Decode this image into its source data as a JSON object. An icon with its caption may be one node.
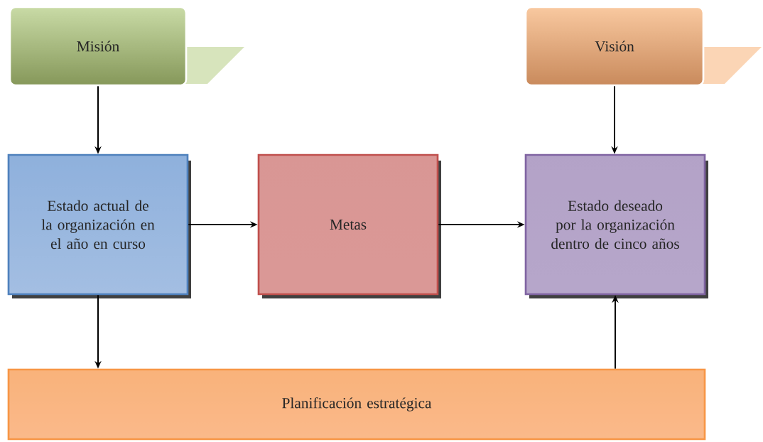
{
  "diagram": {
    "nodes": [
      {
        "text": [
          "Misión"
        ]
      },
      {
        "text": [
          "Visión"
        ]
      },
      {
        "text": [
          "Estado actual de la organización en el año en curso"
        ]
      },
      {
        "text": [
          "Metas"
        ]
      },
      {
        "text": [
          "Estado deseado por la organización dentro de cinco años"
        ]
      },
      {
        "text": [
          "Planificación estratégica"
        ]
      }
    ],
    "edges": [
      {
        "from": 0,
        "to": 2,
        "arrow": "to"
      },
      {
        "from": 1,
        "to": 4,
        "arrow": "to"
      },
      {
        "from": 2,
        "to": 3,
        "arrow": "to"
      },
      {
        "from": 3,
        "to": 4,
        "arrow": "to"
      },
      {
        "from": 2,
        "to": 5,
        "arrow": "to"
      },
      {
        "from": 5,
        "to": 4,
        "arrow": "to"
      }
    ]
  }
}
